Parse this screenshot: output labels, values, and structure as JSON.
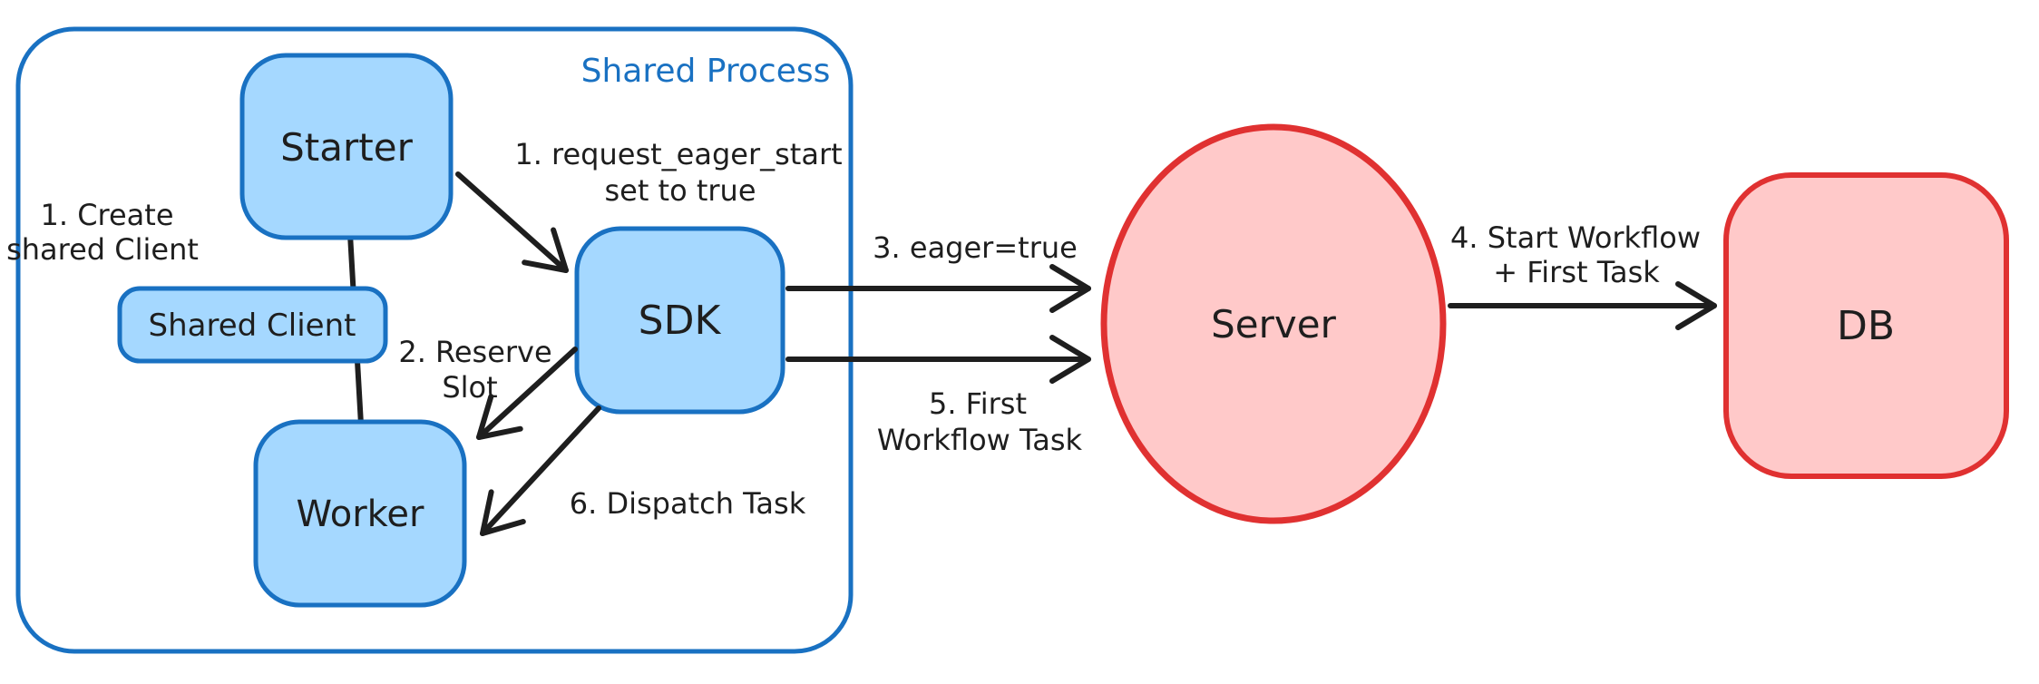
{
  "diagram": {
    "title": "Shared Process",
    "nodes": {
      "starter": "Starter",
      "shared_client": "Shared Client",
      "worker": "Worker",
      "sdk": "SDK",
      "server": "Server",
      "db": "DB"
    },
    "labels": {
      "create_shared_client_1": "1. Create",
      "create_shared_client_2": "shared Client",
      "request_eager_start_1": "1. request_eager_start",
      "request_eager_start_2": "set to true",
      "reserve_slot_1": "2. Reserve",
      "reserve_slot_2": "Slot",
      "eager_true": "3. eager=true",
      "start_workflow_1": "4. Start Workflow",
      "start_workflow_2": "+ First Task",
      "first_workflow_task_1": "5. First",
      "first_workflow_task_2": "Workflow Task",
      "dispatch_task": "6. Dispatch Task"
    },
    "colors": {
      "blue_stroke": "#1971c2",
      "blue_fill": "#a5d8ff",
      "red_stroke": "#e03131",
      "red_fill": "#ffc9c9",
      "ink": "#1e1e1e",
      "background": "#ffffff"
    }
  }
}
